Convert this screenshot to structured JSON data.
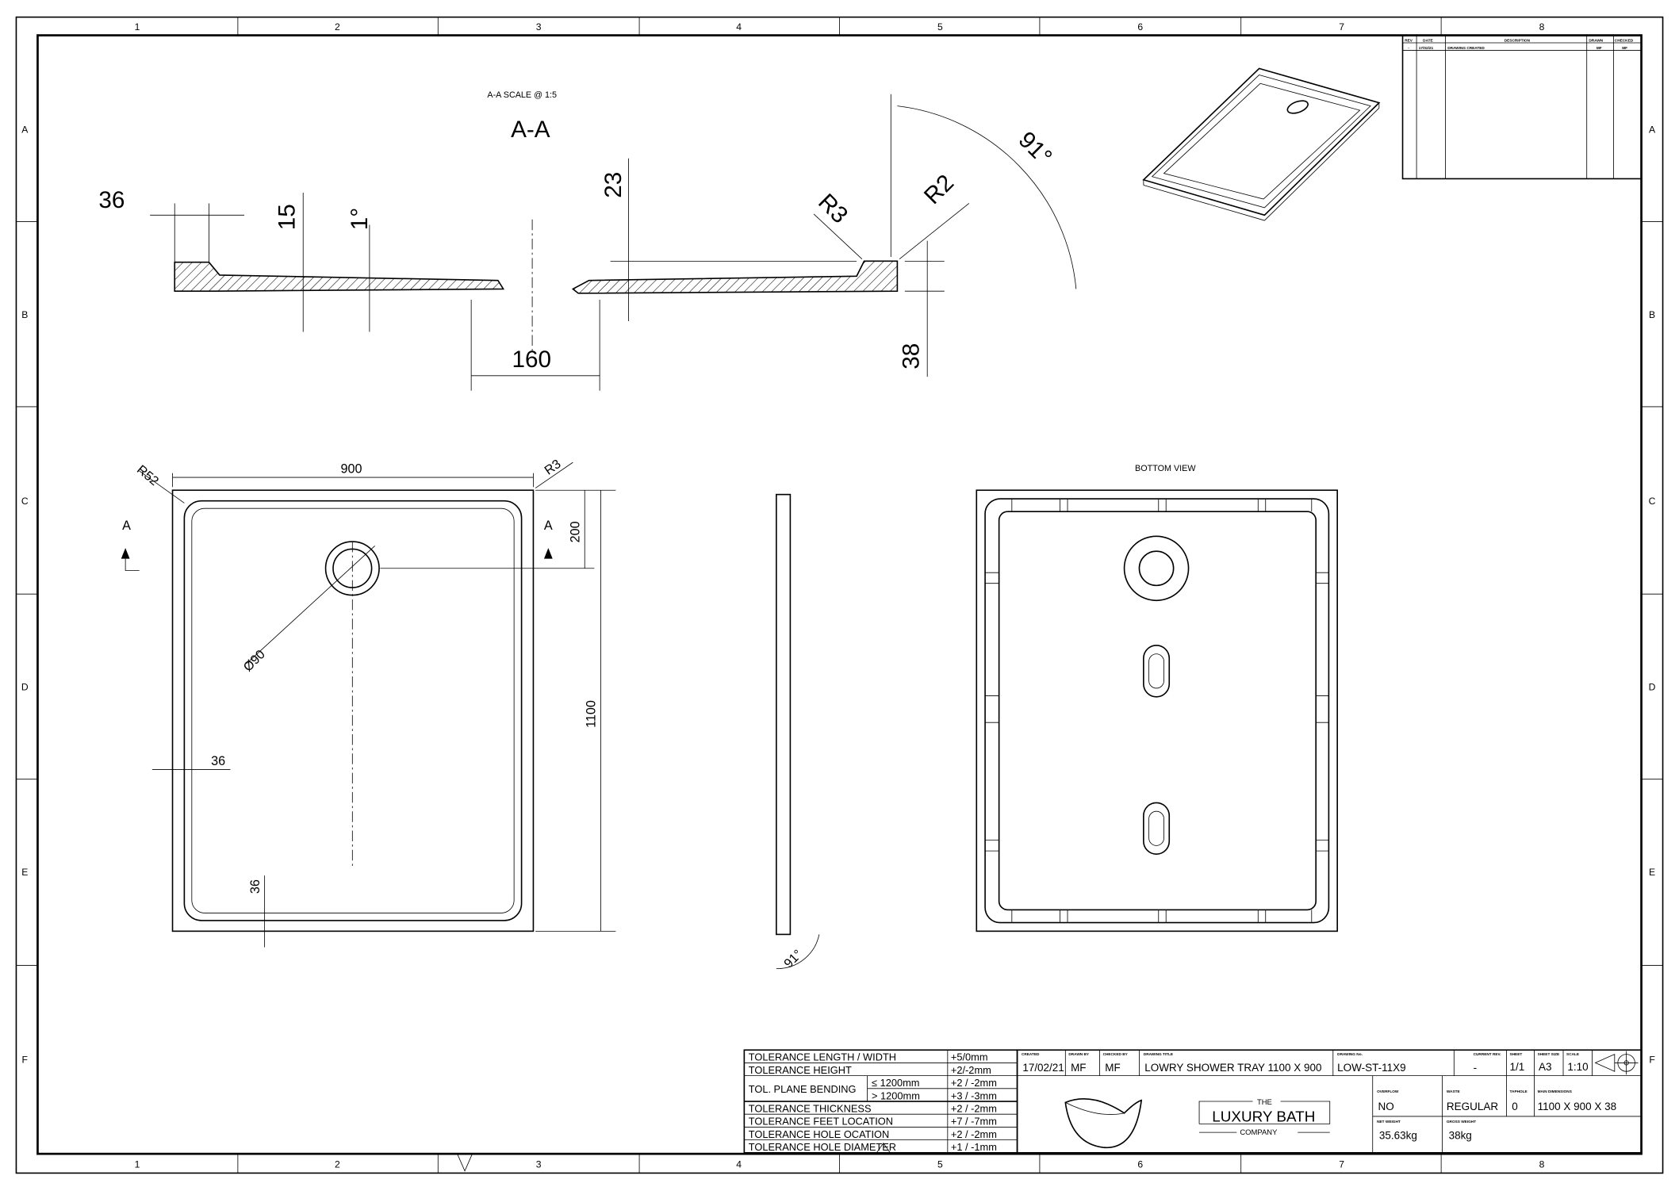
{
  "grid": {
    "columns": [
      "1",
      "2",
      "3",
      "4",
      "5",
      "6",
      "7",
      "8"
    ],
    "rows": [
      "A",
      "B",
      "C",
      "D",
      "E",
      "F"
    ]
  },
  "revision_table": {
    "headers": [
      "REV",
      "DATE",
      "DESCRIPTION",
      "DRAWN",
      "CHECKED"
    ],
    "rows": [
      [
        "-",
        "17/02/21",
        "DRAWING CREATED",
        "MF",
        "MF"
      ]
    ]
  },
  "section": {
    "caption": "A-A SCALE @ 1:5",
    "title": "A-A",
    "dims": {
      "d36": "36",
      "d15": "15",
      "angle1": "1°",
      "d23": "23",
      "r3": "R3",
      "r2": "R2",
      "angle91": "91°",
      "d38": "38",
      "d160": "160"
    }
  },
  "plan_view": {
    "width": "900",
    "r52": "R52",
    "r3": "R3",
    "section_mark_left": "A",
    "section_mark_right": "A",
    "d200": "200",
    "height": "1100",
    "diameter": "Ø90",
    "rim_side": "36",
    "rim_bottom": "36"
  },
  "side_view": {
    "angle": "91°"
  },
  "bottom_view": {
    "title": "BOTTOM VIEW"
  },
  "tolerances": [
    {
      "label": "TOLERANCE LENGTH / WIDTH",
      "value": "+5/0mm"
    },
    {
      "label": "TOLERANCE HEIGHT",
      "value": "+2/-2mm"
    },
    {
      "label": "TOL. PLANE BENDING",
      "sub": [
        {
          "cond": "≤  1200mm",
          "value": "+2 / -2mm"
        },
        {
          "cond": ">  1200mm",
          "value": "+3 / -3mm"
        }
      ]
    },
    {
      "label": "TOLERANCE THICKNESS",
      "value": "+2 / -2mm"
    },
    {
      "label": "TOLERANCE FEET LOCATION",
      "value": "+7 / -7mm"
    },
    {
      "label": "TOLERANCE HOLE OCATION",
      "value": "+2 / -2mm"
    },
    {
      "label": "TOLERANCE HOLE DIAMETER",
      "value": "+1 / -1mm"
    }
  ],
  "title_block": {
    "created": {
      "label": "CREATED",
      "value": "17/02/21"
    },
    "drawn_by": {
      "label": "DRAWN BY",
      "value": "MF"
    },
    "checked_by": {
      "label": "CHECKED BY",
      "value": "MF"
    },
    "drawing_title": {
      "label": "DRAWING TITLE",
      "value": "LOWRY SHOWER TRAY 1100 X 900"
    },
    "drawing_no": {
      "label": "DRAWING No.",
      "value": "LOW-ST-11X9"
    },
    "current_rev": {
      "label": "CURRENT REV.",
      "value": "-"
    },
    "sheet": {
      "label": "SHEET",
      "value": "1/1"
    },
    "sheet_size": {
      "label": "SHEET SIZE",
      "value": "A3"
    },
    "scale": {
      "label": "SCALE",
      "value": "1:10"
    },
    "overflow": {
      "label": "OVERFLOW",
      "value": "NO"
    },
    "waste": {
      "label": "WASTE",
      "value": "REGULAR"
    },
    "taphole": {
      "label": "TAPHOLE",
      "value": "0"
    },
    "main_dimensions": {
      "label": "MAIN DIMENSIONS",
      "value": "1100 X 900 X 38"
    },
    "net_weight": {
      "label": "NET WEIGHT",
      "value": "35.63kg"
    },
    "gross_weight": {
      "label": "GROSS WEIGHT",
      "value": "38kg"
    },
    "logo": {
      "the": "THE",
      "name": "LUXURY BATH",
      "company": "COMPANY"
    }
  }
}
